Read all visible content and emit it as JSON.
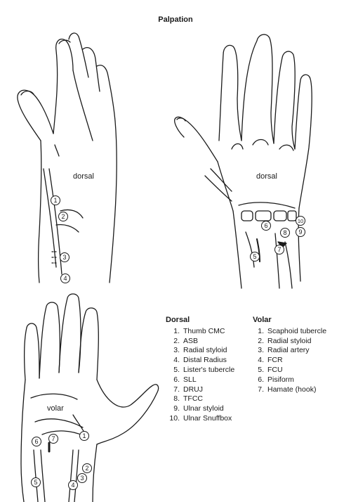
{
  "title": "Palpation",
  "hand_labels": {
    "dorsal_left": "dorsal",
    "dorsal_right": "dorsal",
    "volar": "volar"
  },
  "legend": {
    "dorsal": {
      "heading": "Dorsal",
      "items": [
        {
          "num": "1.",
          "label": "Thumb CMC"
        },
        {
          "num": "2.",
          "label": "ASB"
        },
        {
          "num": "3.",
          "label": "Radial styloid"
        },
        {
          "num": "4.",
          "label": "Distal Radius"
        },
        {
          "num": "5.",
          "label": "Lister's tubercle"
        },
        {
          "num": "6.",
          "label": "SLL"
        },
        {
          "num": "7.",
          "label": "DRUJ"
        },
        {
          "num": "8.",
          "label": "TFCC"
        },
        {
          "num": "9.",
          "label": "Ulnar styloid"
        },
        {
          "num": "10.",
          "label": "Ulnar Snuffbox"
        }
      ]
    },
    "volar": {
      "heading": "Volar",
      "items": [
        {
          "num": "1.",
          "label": "Scaphoid tubercle"
        },
        {
          "num": "2.",
          "label": "Radial styloid"
        },
        {
          "num": "3.",
          "label": "Radial artery"
        },
        {
          "num": "4.",
          "label": "FCR"
        },
        {
          "num": "5.",
          "label": "FCU"
        },
        {
          "num": "6.",
          "label": "Pisiform"
        },
        {
          "num": "7.",
          "label": "Hamate (hook)"
        }
      ]
    }
  },
  "markers": {
    "dorsal_left": [
      "1",
      "2",
      "3",
      "4"
    ],
    "dorsal_right": [
      "6",
      "8",
      "9",
      "10",
      "7",
      "5"
    ],
    "volar": [
      "6",
      "7",
      "1",
      "2",
      "3",
      "4",
      "5"
    ]
  }
}
